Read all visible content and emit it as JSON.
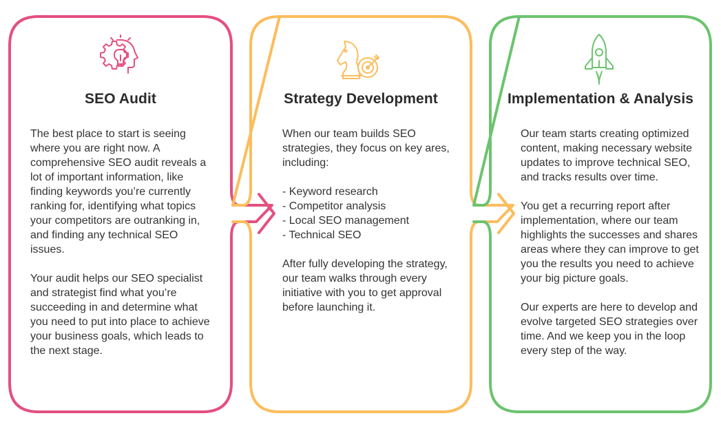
{
  "colors": {
    "audit": "#e3507f",
    "strategy": "#fbbd5d",
    "implementation": "#6cc36f",
    "text": "#333333",
    "title": "#2b2b2b"
  },
  "cards": [
    {
      "id": "audit",
      "icon": "lightbulb-gear-head-icon",
      "title": "SEO Audit",
      "paragraphs": [
        "The best place to start is seeing where you are right now. A comprehensive SEO audit reveals a lot of important information, like finding keywords you’re currently ranking for, identifying what topics your competitors are outranking in, and finding any technical SEO issues.",
        "Your audit helps our SEO specialist and strategist find what you’re succeeding in and determine what you need to put into place to achieve your business goals, which leads to the next stage."
      ]
    },
    {
      "id": "strategy",
      "icon": "chess-knight-target-icon",
      "title": "Strategy Development",
      "intro": "When our team builds SEO strategies, they focus on key ares, including:",
      "list": [
        "- Keyword research",
        "- Competitor analysis",
        "- Local SEO management",
        "- Technical SEO"
      ],
      "outro": "After fully developing the strategy, our team walks through every initiative with you to get approval before launching it."
    },
    {
      "id": "implementation",
      "icon": "rocket-icon",
      "title": "Implementation & Analysis",
      "paragraphs": [
        "Our team starts creating optimized content, making necessary website updates to improve technical SEO, and tracks results over time.",
        "You get a recurring report after implementation, where our team highlights the successes and shares areas where they can improve to get you the results you need to achieve your big picture goals.",
        "Our experts are here to develop and evolve targeted SEO strategies over time. And we keep you in the loop every step of the way."
      ]
    }
  ]
}
